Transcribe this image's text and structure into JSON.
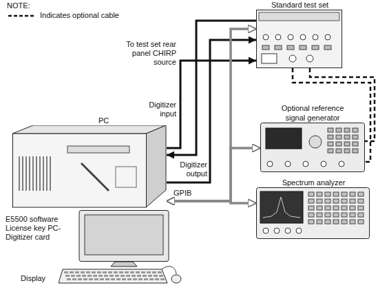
{
  "diagram": {
    "nodes": [
      {
        "text": [
          "Standard test set"
        ]
      },
      {
        "text": [
          "Optional reference signal generator"
        ]
      },
      {
        "text": [
          "Spectrum analyzer"
        ]
      },
      {
        "text": [
          "PC"
        ]
      },
      {
        "text": [
          "Display"
        ]
      }
    ],
    "edges": [
      {
        "from": 3,
        "to": 0,
        "arrow": "to"
      },
      {
        "from": 0,
        "to": 3,
        "arrow": "to"
      },
      {
        "from": 3,
        "to": 0,
        "arrow": "to"
      },
      {
        "from": 3,
        "to": 0,
        "arrow": "both"
      },
      {
        "from": 3,
        "to": 1,
        "arrow": "both"
      },
      {
        "from": 3,
        "to": 2,
        "arrow": "both"
      },
      {
        "from": 0,
        "to": 1,
        "arrow": "none"
      },
      {
        "from": 0,
        "to": 1,
        "arrow": "none"
      }
    ],
    "labels": [
      "NOTE:",
      "To test set rear panel CHIRP source",
      "Digitizer input",
      "Digitizer output",
      "GPIB",
      "E5500 software License key PC-Digitizer card"
    ],
    "legend": [
      {
        "text": "Indicates optional cable"
      }
    ]
  }
}
